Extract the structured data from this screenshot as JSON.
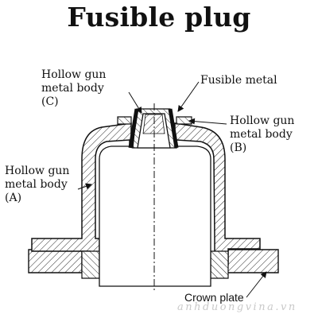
{
  "title": "Fusible plug",
  "labels": {
    "body_c": [
      "Hollow gun",
      "metal body",
      "(C)"
    ],
    "fusible_metal": "Fusible metal",
    "body_b": [
      "Hollow gun",
      "metal body",
      "(B)"
    ],
    "body_a": [
      "Hollow gun",
      "metal body",
      "(A)"
    ],
    "crown_plate": "Crown plate"
  },
  "watermark": "anhduongvina.vn",
  "colors": {
    "ink": "#111111",
    "hatch": "#222222",
    "watermark": "#c9c9c9",
    "background": "#ffffff"
  }
}
